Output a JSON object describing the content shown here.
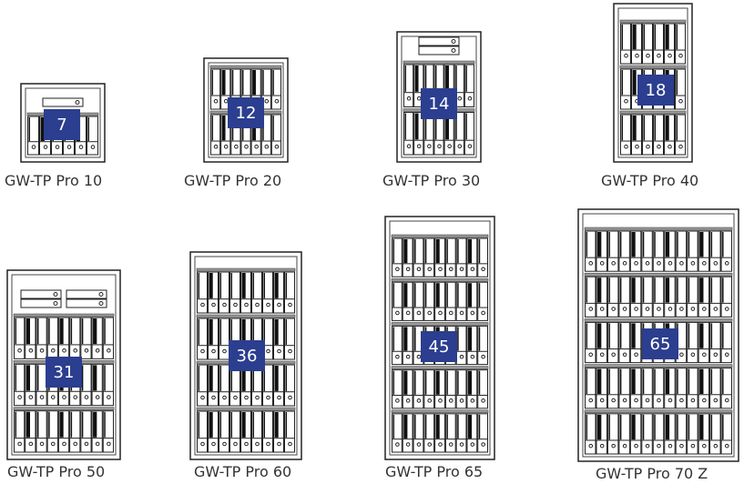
{
  "badge_color": "#2b3e8f",
  "safes": [
    {
      "model": "GW-TP Pro 10",
      "binders": "7"
    },
    {
      "model": "GW-TP Pro 20",
      "binders": "12"
    },
    {
      "model": "GW-TP Pro 30",
      "binders": "14"
    },
    {
      "model": "GW-TP Pro 40",
      "binders": "18"
    },
    {
      "model": "GW-TP Pro 50",
      "binders": "31"
    },
    {
      "model": "GW-TP Pro 60",
      "binders": "36"
    },
    {
      "model": "GW-TP Pro 65",
      "binders": "45"
    },
    {
      "model": "GW-TP Pro 70 Z",
      "binders": "65"
    }
  ]
}
